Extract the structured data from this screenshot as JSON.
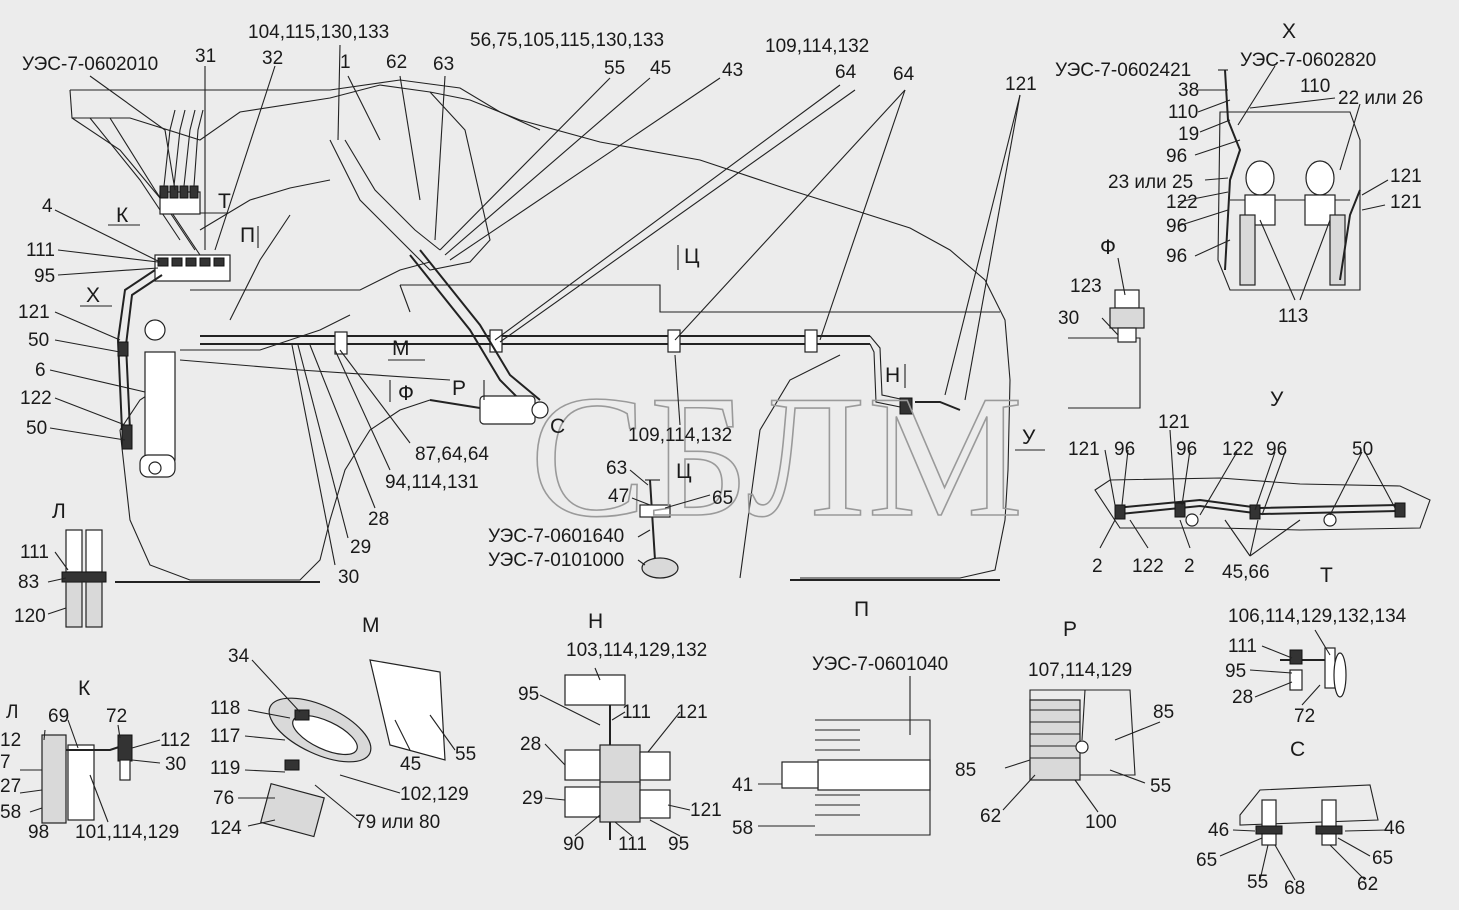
{
  "watermark": "СБЛМ",
  "main_view": {
    "labels": {
      "uec_0602010": "УЭС-7-0602010",
      "n31": "31",
      "n104": "104,115,130,133",
      "n32": "32",
      "n1": "1",
      "n62": "62",
      "n63": "63",
      "n56": "56,75,105,115,130,133",
      "n55": "55",
      "n45": "45",
      "n43": "43",
      "n109a": "109,114,132",
      "n64a": "64",
      "n64b": "64",
      "n121": "121",
      "n4": "4",
      "n111": "111",
      "n95": "95",
      "n121b": "121",
      "n50a": "50",
      "n6": "6",
      "n122": "122",
      "n50b": "50",
      "n87": "87,64,64",
      "n94": "94,114,131",
      "n28": "28",
      "n29": "29",
      "n30": "30",
      "n109b": "109,114,132",
      "n63b": "63",
      "n47": "47",
      "n65": "65",
      "uec_0601640": "УЭС-7-0601640",
      "uec_0101000": "УЭС-7-0101000",
      "c_letter": "С"
    },
    "view_markers": {
      "k": "К",
      "t": "Т",
      "p": "П",
      "x": "Х",
      "ts": "Ц",
      "m": "М",
      "f": "Ф",
      "r": "Р",
      "n": "Н",
      "u": "У"
    }
  },
  "view_x": {
    "title": "Х",
    "labels": [
      "УЭС-7-0602421",
      "УЭС-7-0602820",
      "38",
      "110",
      "110",
      "19",
      "22 или 26",
      "96",
      "23 или 25",
      "122",
      "121",
      "96",
      "121",
      "96",
      "113"
    ]
  },
  "view_f": {
    "title": "Ф",
    "labels": [
      "123",
      "30"
    ]
  },
  "view_u": {
    "title": "У",
    "labels": [
      "121",
      "96",
      "121",
      "96",
      "122",
      "96",
      "50",
      "2",
      "122",
      "2",
      "45,66"
    ]
  },
  "view_l": {
    "title": "Л",
    "labels": [
      "111",
      "83",
      "120"
    ]
  },
  "view_ts": {
    "title": "Ц"
  },
  "view_k": {
    "title": "К",
    "labels": [
      "Л",
      "69",
      "72",
      "12",
      "112",
      "7",
      "27",
      "30",
      "58",
      "98",
      "101,114,129"
    ]
  },
  "view_m": {
    "title": "М",
    "labels": [
      "34",
      "118",
      "117",
      "119",
      "76",
      "124",
      "45",
      "55",
      "102,129",
      "79 или 80"
    ]
  },
  "view_n": {
    "title": "Н",
    "labels": [
      "103,114,129,132",
      "95",
      "111",
      "121",
      "28",
      "29",
      "121",
      "90",
      "111",
      "95"
    ]
  },
  "view_p": {
    "title": "П",
    "labels": [
      "УЭС-7-0601040",
      "41",
      "58"
    ]
  },
  "view_r": {
    "title": "Р",
    "labels": [
      "107,114,129",
      "85",
      "85",
      "55",
      "62",
      "100"
    ]
  },
  "view_t": {
    "title": "Т",
    "labels": [
      "106,114,129,132,134",
      "111",
      "95",
      "28",
      "72"
    ]
  },
  "view_c": {
    "title": "С",
    "labels": [
      "46",
      "46",
      "65",
      "65",
      "55",
      "68",
      "62"
    ]
  },
  "colors": {
    "background": "#ececec",
    "line": "#222222",
    "watermark": "#9a9a9a"
  }
}
